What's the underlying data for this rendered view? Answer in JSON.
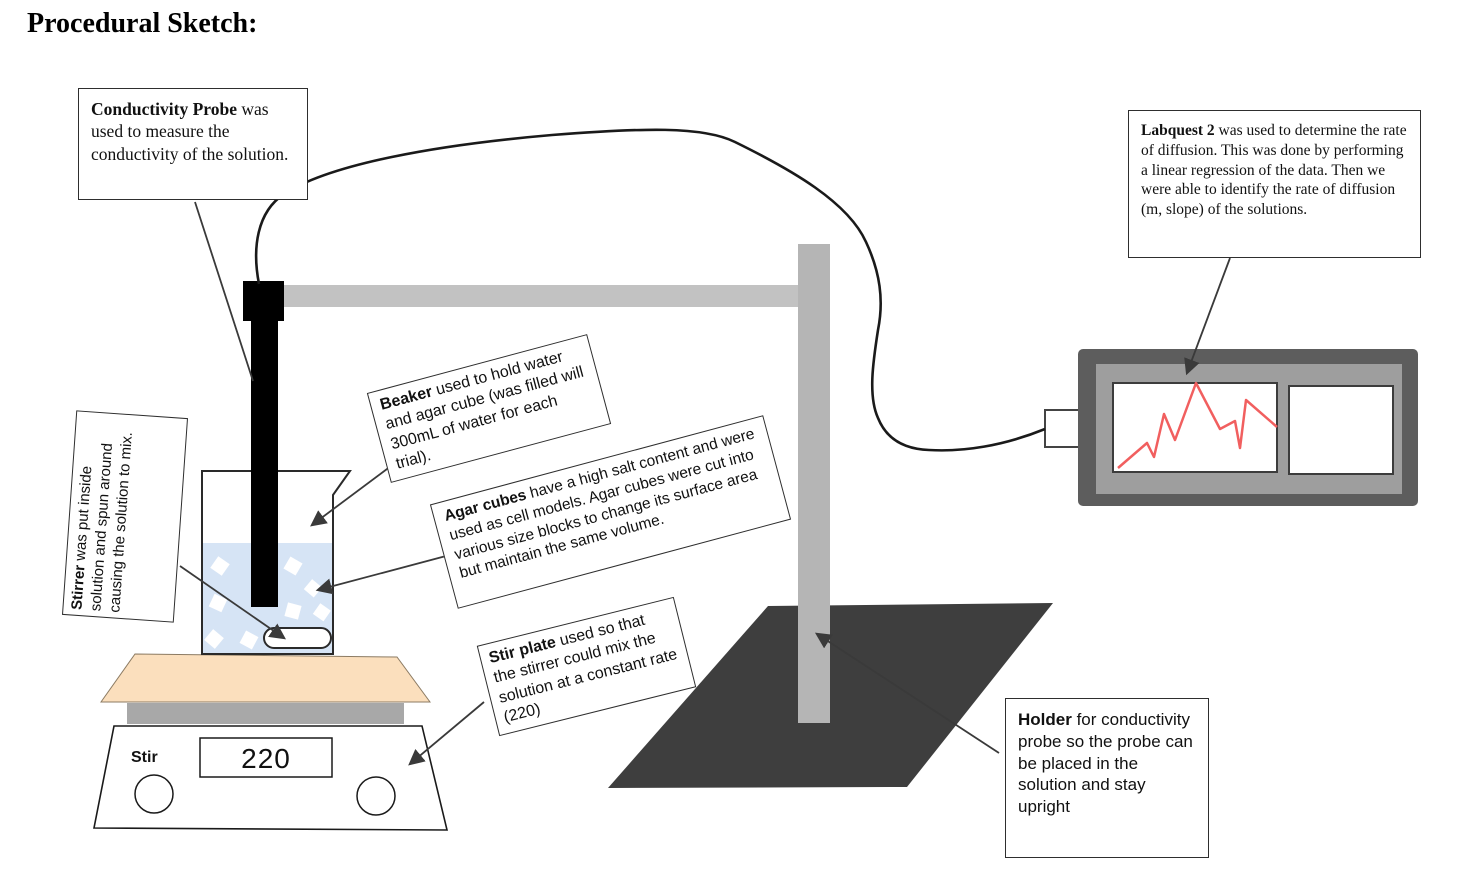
{
  "title": "Procedural Sketch:",
  "labels": {
    "conductivity_probe": {
      "bold": "Conductivity Probe",
      "rest": " was used to measure the conductivity of the solution."
    },
    "labquest": {
      "bold": "Labquest 2",
      "rest": " was used to determine the rate of diffusion. This was done by performing a linear regression of the data. Then we were able to identify the rate of diffusion (m, slope) of the solutions."
    },
    "beaker": {
      "bold": "Beaker",
      "rest": " used to hold water and agar cube (was filled will 300mL of water for each trial)."
    },
    "agar_cubes": {
      "bold": "Agar cubes",
      "rest": " have a high salt content and were used as cell models. Agar cubes were cut into various size blocks to change its surface area but maintain the same volume."
    },
    "stirrer": {
      "bold": "Stirrer",
      "rest": " was put inside solution and spun around causing the solution to mix."
    },
    "stir_plate": {
      "bold": "Stir plate",
      "rest": " used so that the stirrer could mix the solution at a constant rate (220)"
    },
    "holder": {
      "bold": "Holder",
      "rest": " for conductivity probe so the probe can be placed in the solution and stay upright"
    }
  },
  "stir_plate_device": {
    "display_value": "220",
    "knob_label": "Stir"
  },
  "colors": {
    "liquid": "#d6e4f5",
    "plate_top": "#fbdfbd",
    "plate_riser": "#a8a8a8",
    "stand_base": "#3e3e3e",
    "stand_pole": "#b5b5b5",
    "crossbar": "#c2c2c2",
    "probe": "#000000",
    "labquest_frame": "#5d5d5d",
    "labquest_panel": "#9e9e9e",
    "graph_trace": "#f15f5f"
  }
}
